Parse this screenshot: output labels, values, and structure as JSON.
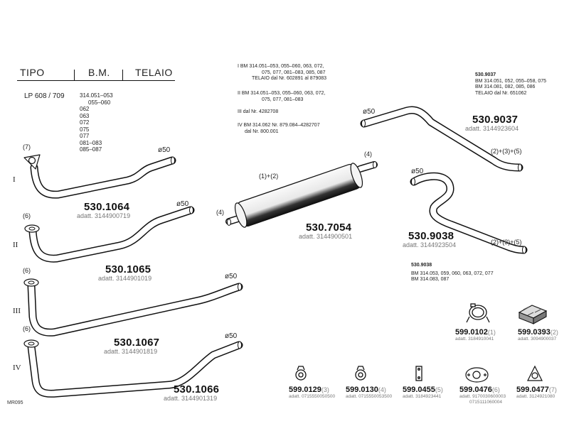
{
  "header": {
    "tipo": "TIPO",
    "bm": "B.M.",
    "telaio": "TELAIO"
  },
  "model": {
    "name": "LP 608 / 709",
    "codes": [
      "314.051–053",
      "055–060",
      "062",
      "063",
      "072",
      "075",
      "077",
      "081–083",
      "085–087"
    ]
  },
  "notes": {
    "block_i": [
      "I  BM  314.051–053, 055–060, 063, 072,",
      "075, 077, 081–083, 085, 087",
      "TELAIO dal Nr. 602891 al 879083"
    ],
    "block_ii": [
      "II  BM  314.051–053, 055–060, 063, 072,",
      "075, 077, 081–083"
    ],
    "block_iii": [
      "III  dal Nr. 4282708"
    ],
    "block_iv": [
      "IV  BM  314.062  Nr. 879.084–4282707",
      "dal Nr. 800.001"
    ],
    "note_9037": [
      "530.9037",
      "BM  314.051, 052, 055–058, 075",
      "BM  314.081, 082, 085, 086",
      "TELAIO dal Nr. 651062"
    ],
    "note_9038": [
      "530.9038",
      "BM  314.053, 059, 060, 063, 072, 077",
      "BM  314.083, 087"
    ]
  },
  "pipes": [
    {
      "roman": "I",
      "callout": "(7)",
      "dia": "ø50",
      "code": "530.1064",
      "adatt": "adatt. 3144900719"
    },
    {
      "roman": "II",
      "callout": "(6)",
      "dia": "ø50",
      "code": "530.1065",
      "adatt": "adatt. 3144901019"
    },
    {
      "roman": "III",
      "callout": "(6)",
      "dia": "ø50",
      "code": "530.1067",
      "adatt": "adatt. 3144901819"
    },
    {
      "roman": "IV",
      "callout": "(6)",
      "dia": "ø50",
      "code": "530.1066",
      "adatt": "adatt. 3144901319"
    }
  ],
  "muffler": {
    "code": "530.7054",
    "adatt": "adatt. 3144900501",
    "callout_top": "(1)+(2)",
    "callout_left": "(4)",
    "callout_right": "(4)"
  },
  "tail_9037": {
    "code": "530.9037",
    "adatt": "adatt. 3144923604",
    "dia": "ø50",
    "callout": "(2)+(3)+(5)"
  },
  "tail_9038": {
    "code": "530.9038",
    "adatt": "adatt. 3144923504",
    "dia": "ø50",
    "callout": "(2)+(3)+(5)"
  },
  "parts": [
    {
      "code": "599.0102",
      "qty": "(1)",
      "adatt": [
        "adatt. 3184910041"
      ],
      "icon": "clamp-icon"
    },
    {
      "code": "599.0393",
      "qty": "(2)",
      "adatt": [
        "adatt. 3094900037"
      ],
      "icon": "mounting-block-icon"
    },
    {
      "code": "599.0129",
      "qty": "(3)",
      "adatt": [
        "adatt. 0715550050500"
      ],
      "icon": "hanger-ring-icon"
    },
    {
      "code": "599.0130",
      "qty": "(4)",
      "adatt": [
        "adatt. 0715550053500"
      ],
      "icon": "hanger-ring-icon"
    },
    {
      "code": "599.0455",
      "qty": "(5)",
      "adatt": [
        "adatt. 3184923441"
      ],
      "icon": "bracket-icon"
    },
    {
      "code": "599.0476",
      "qty": "(6)",
      "adatt": [
        "adatt. 9170030600003",
        "0715111060004"
      ],
      "icon": "flange-gasket-icon"
    },
    {
      "code": "599.0477",
      "qty": "(7)",
      "adatt": [
        "adatt. 3124921080"
      ],
      "icon": "triangle-gasket-icon"
    }
  ],
  "corner_label": "MR095"
}
